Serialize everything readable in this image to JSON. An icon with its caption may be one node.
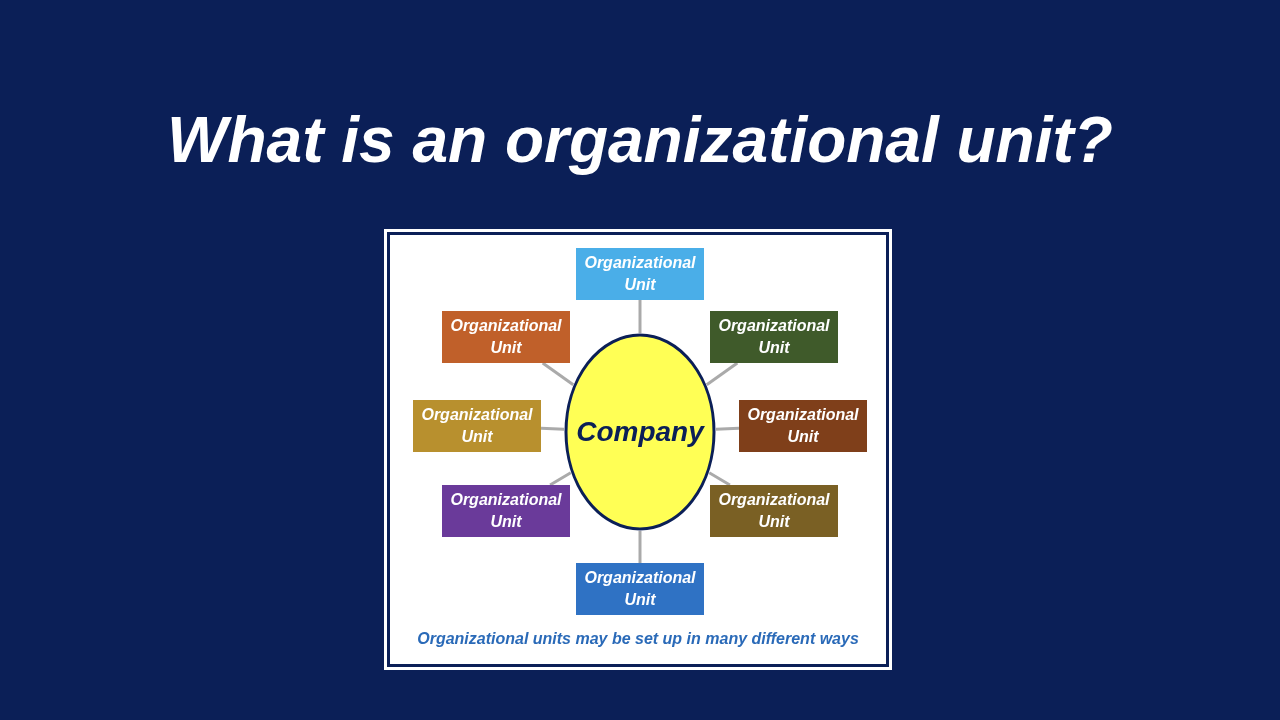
{
  "diagram": {
    "title": "What is an organizational unit?",
    "caption": "Organizational units may be set up in many different ways",
    "nodes": [
      {
        "text": [
          "Organizational Unit"
        ]
      },
      {
        "text": [
          "Organizational Unit"
        ]
      },
      {
        "text": [
          "Organizational Unit"
        ]
      },
      {
        "text": [
          "Organizational Unit"
        ]
      },
      {
        "text": [
          "Company"
        ]
      },
      {
        "text": [
          "Organizational Unit"
        ]
      },
      {
        "text": [
          "Organizational Unit"
        ]
      },
      {
        "text": [
          "Organizational Unit"
        ]
      },
      {
        "text": [
          "Organizational Unit"
        ]
      }
    ],
    "edges": [
      {
        "from": 4,
        "to": 0,
        "arrow": "none"
      },
      {
        "from": 4,
        "to": 1,
        "arrow": "none"
      },
      {
        "from": 4,
        "to": 2,
        "arrow": "none"
      },
      {
        "from": 4,
        "to": 3,
        "arrow": "none"
      },
      {
        "from": 4,
        "to": 5,
        "arrow": "none"
      },
      {
        "from": 4,
        "to": 6,
        "arrow": "none"
      },
      {
        "from": 4,
        "to": 7,
        "arrow": "none"
      },
      {
        "from": 4,
        "to": 8,
        "arrow": "none"
      }
    ]
  }
}
